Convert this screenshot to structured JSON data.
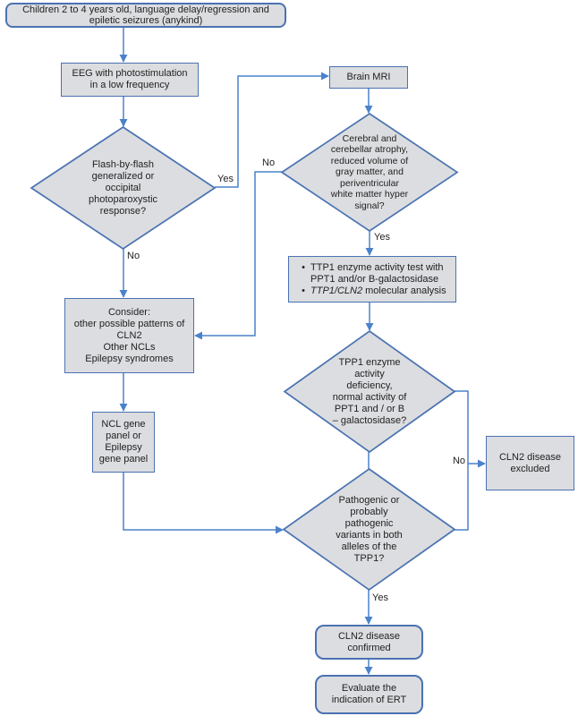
{
  "title": "CLN2 disease diagnostic flowchart",
  "colors": {
    "node_fill": "#dcdde0",
    "node_border": "#4a72b2",
    "connector": "#4a82cc",
    "text_color": "#1f1f1f",
    "canvas_bg": "#ffffff"
  },
  "nodes": {
    "start": {
      "text": "Children 2 to 4 years old, language delay/regression and\nepiletic seizures (anykind)"
    },
    "eeg": {
      "text": "EEG with photostimulation\nin a low frequency"
    },
    "flash_decision": {
      "text": "Flash-by-flash\ngeneralized or\noccipital\nphotoparoxystic\nresponse?"
    },
    "brain_mri": {
      "text": "Brain MRI"
    },
    "mri_decision": {
      "text": "Cerebral and\ncerebellar atrophy,\nreduced volume of\ngray matter, and\nperiventricular\nwhite matter hyper\nsignal?"
    },
    "tests": {
      "bullet": "•",
      "item1": "TTP1 enzyme activity test with\nPPT1 and/or B-galactosidase",
      "item2_italic": "TTP1/CLN2",
      "item2_rest": " molecular analysis"
    },
    "consider": {
      "text": "Consider:\nother possible patterns of\nCLN2\nOther NCLs\nEpilepsy syndromes"
    },
    "gene_panel": {
      "text": "NCL gene\npanel or\nEpilepsy\ngene panel"
    },
    "tpp1_decision": {
      "text": "TPP1 enzyme\nactivity\ndeficiency,\nnormal activity of\nPPT1 and / or B\n– galactosidase?"
    },
    "excluded": {
      "text": "CLN2 disease\nexcluded"
    },
    "variants_decision": {
      "text": "Pathogenic or\nprobably\npathogenic\nvariants in both\nalleles of the\nTPP1?"
    },
    "confirmed": {
      "text": "CLN2 disease\nconfirmed"
    },
    "evaluate": {
      "text": "Evaluate the\nindication of ERT"
    }
  },
  "edge_labels": {
    "flash_yes": "Yes",
    "flash_no": "No",
    "mri_no": "No",
    "mri_yes": "Yes",
    "tpp1_no": "No",
    "variants_yes": "Yes"
  }
}
